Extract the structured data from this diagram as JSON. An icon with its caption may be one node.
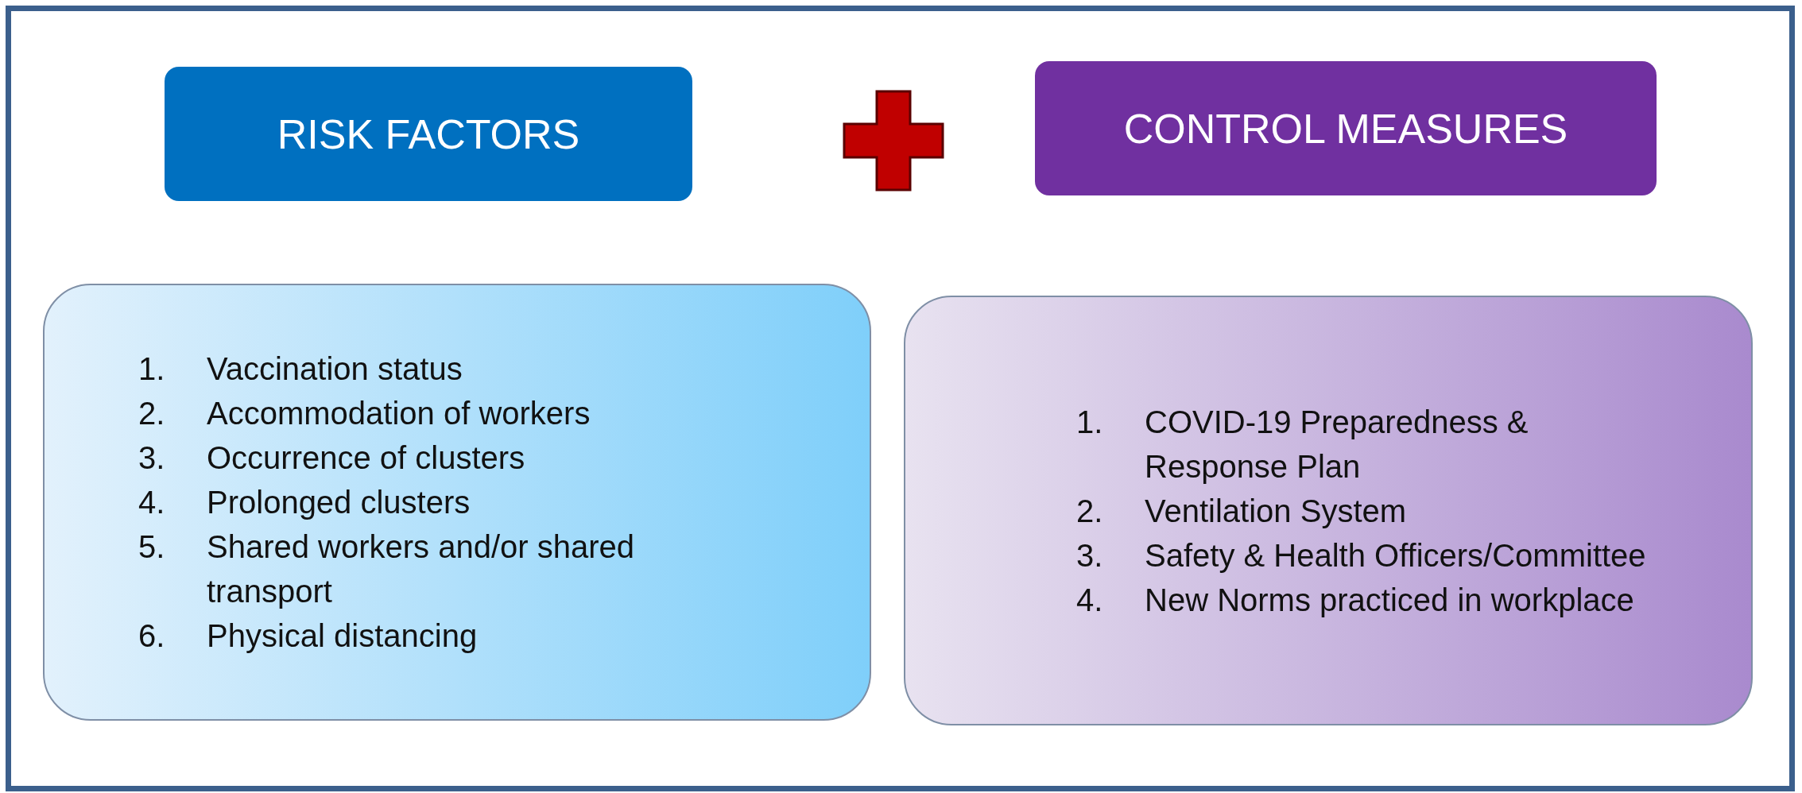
{
  "diagram": {
    "nodes": [
      {
        "text": [
          "RISK FACTORS"
        ]
      },
      {
        "text": [
          "CONTROL MEASURES"
        ]
      },
      {
        "text": [
          "1. Vaccination status",
          "2. Accommodation of workers",
          "3. Occurrence of clusters",
          "4. Prolonged clusters",
          "5. Shared workers and/or shared transport",
          "6. Physical distancing"
        ]
      },
      {
        "text": [
          "1. COVID-19 Preparedness & Response Plan",
          "2. Ventilation System",
          "3. Safety & Health Officers/Committee",
          "4. New Norms practiced in workplace"
        ]
      }
    ],
    "edges": []
  }
}
